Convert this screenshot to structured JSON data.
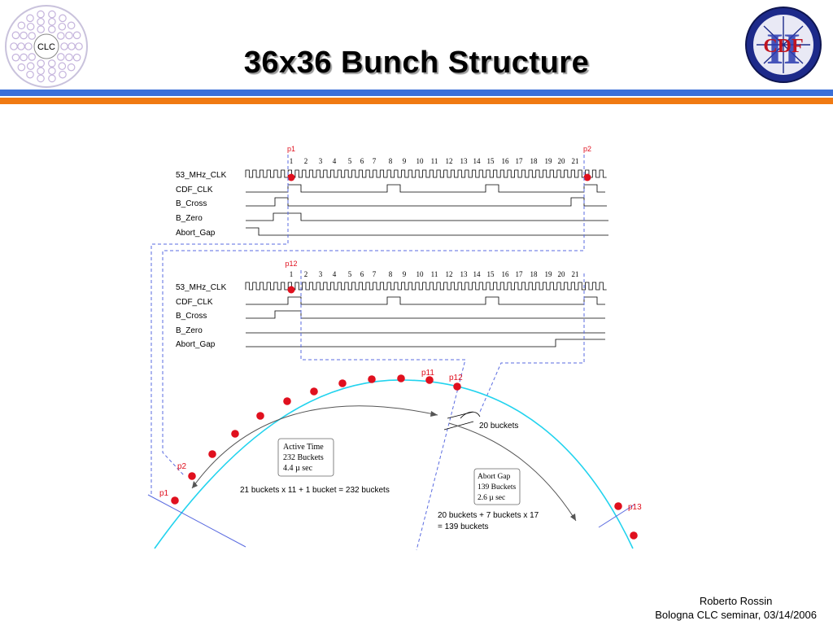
{
  "slide": {
    "title": "36x36 Bunch Structure",
    "left_logo_text": "CLC",
    "right_logo_text": "CDF",
    "right_logo_numeral": "II"
  },
  "timing_upper": {
    "p_left": "p1",
    "p_right": "p2",
    "buckets": [
      "1",
      "2",
      "3",
      "4",
      "5",
      "6",
      "7",
      "8",
      "9",
      "10",
      "11",
      "12",
      "13",
      "14",
      "15",
      "16",
      "17",
      "18",
      "19",
      "20",
      "21"
    ],
    "signals": [
      "53_MHz_CLK",
      "CDF_CLK",
      "B_Cross",
      "B_Zero",
      "Abort_Gap"
    ]
  },
  "timing_lower": {
    "p_left": "p12",
    "buckets": [
      "1",
      "2",
      "3",
      "4",
      "5",
      "6",
      "7",
      "8",
      "9",
      "10",
      "11",
      "12",
      "13",
      "14",
      "15",
      "16",
      "17",
      "18",
      "19",
      "20",
      "21"
    ],
    "signals": [
      "53_MHz_CLK",
      "CDF_CLK",
      "B_Cross",
      "B_Zero",
      "Abort_Gap"
    ]
  },
  "ring": {
    "labels": {
      "p1": "p1",
      "p2": "p2",
      "p11": "p11",
      "p12": "p12",
      "p13": "p13"
    },
    "gap_label": "20 buckets",
    "active_box": [
      "Active Time",
      "232 Buckets",
      "4.4 µ sec"
    ],
    "active_formula": "21 buckets x 11 + 1 bucket = 232 buckets",
    "abort_box": [
      "Abort Gap",
      "139 Buckets",
      "2.6 µ sec"
    ],
    "abort_formula": [
      "20 buckets + 7 buckets x 17",
      "= 139 buckets"
    ]
  },
  "footer": {
    "author": "Roberto Rossin",
    "event": "Bologna CLC seminar, 03/14/2006"
  },
  "colors": {
    "bar_blue": "#3a6fd8",
    "bar_orange": "#f07a12",
    "ring": "#22d3ee",
    "bunch": "#e0101e",
    "dashed": "#5a6be0",
    "label_red": "#e0101e"
  }
}
